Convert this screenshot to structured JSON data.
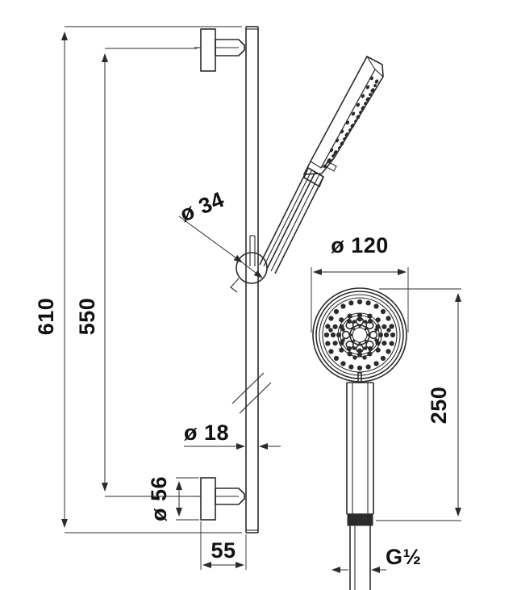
{
  "drawing": {
    "type": "technical-dimension-drawing",
    "subject": "shower slide rail set with hand shower",
    "units": "mm",
    "line_color": "#2b2b2b",
    "background_color": "#ffffff"
  },
  "dimensions": {
    "rail_overall_height": "610",
    "bracket_center_distance": "550",
    "slider_holder_diameter": "ø 34",
    "rail_tube_diameter": "ø 18",
    "wall_flange_diameter": "ø 56",
    "wall_projection": "55",
    "spray_face_diameter": "ø 120",
    "hand_shower_length": "250",
    "hose_thread": "G½"
  },
  "labels": {
    "d610": "610",
    "d550": "550",
    "d34": "ø 34",
    "d18": "ø 18",
    "d56": "ø 56",
    "d55": "55",
    "d120": "ø 120",
    "d250": "250",
    "thread": "G½"
  },
  "views": {
    "left": {
      "name": "slide rail elevation",
      "parts": [
        "top wall bracket",
        "vertical rail tube",
        "sliding holder",
        "hand shower in holder",
        "bottom wall bracket",
        "break symbol"
      ]
    },
    "right": {
      "name": "hand shower front view",
      "parts": [
        "spray face",
        "handle",
        "hose connector"
      ]
    }
  }
}
